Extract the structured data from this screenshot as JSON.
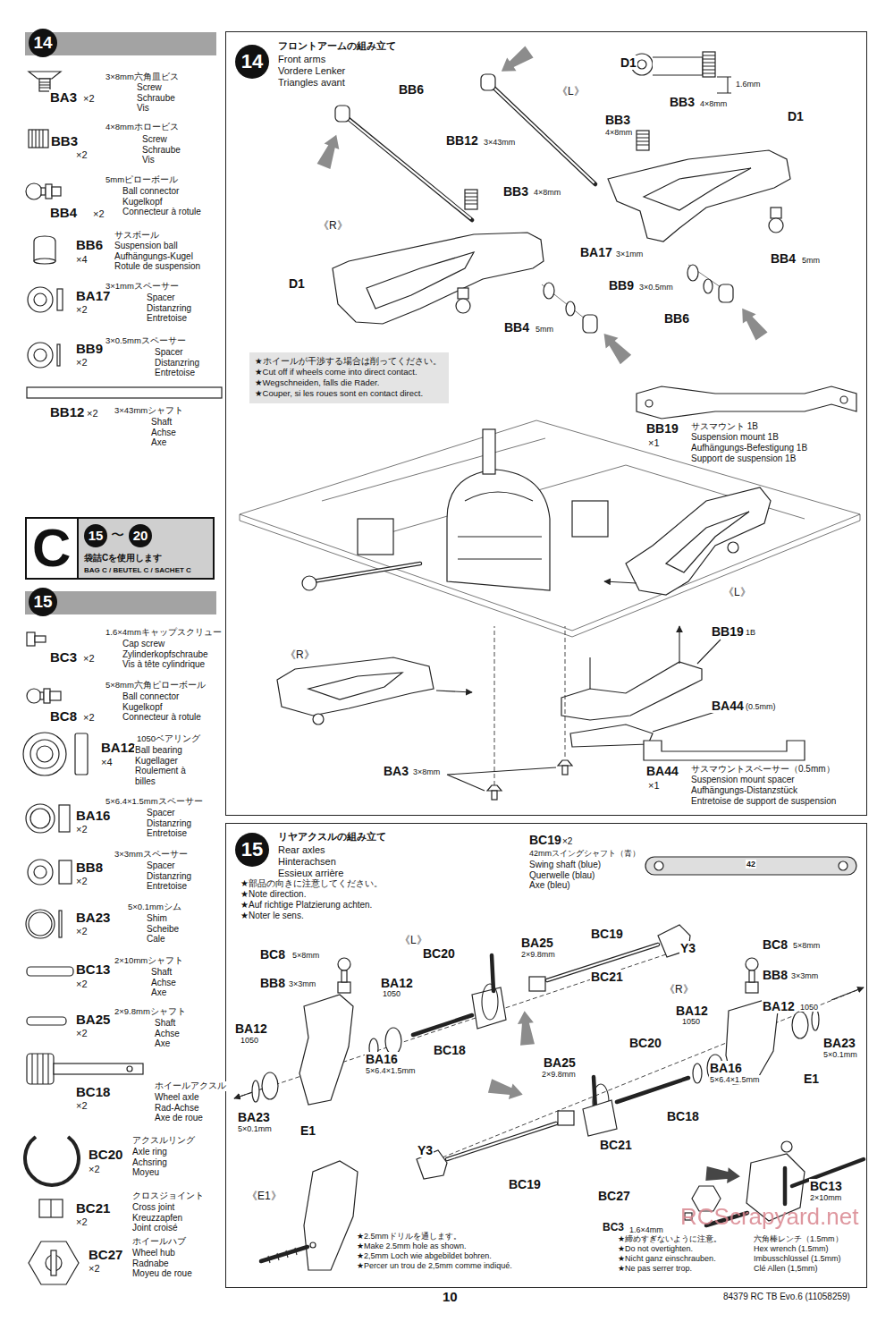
{
  "diagram": {
    "nodes": [
      {
        "text": [
          "14"
        ]
      },
      {
        "text": [
          "C",
          "15",
          "〜",
          "20",
          "袋詰Cを使用します",
          "BAG C / BEUTEL C / SACHET C"
        ]
      },
      {
        "text": [
          "15"
        ]
      },
      {
        "text": [
          "フロントアームの組み立て",
          "Front arms",
          "Vordere Lenker",
          "Triangles avant"
        ]
      },
      {
        "text": [
          "14"
        ],
        "in": 3
      },
      {
        "text": [
          "★ホイールが干渉する場合は削ってください。",
          "★Cut off if wheels come into direct contact.",
          "★Wegschneiden, falls die Räder.",
          "★Couper, si les roues sont en contact direct."
        ],
        "in": 3
      },
      {
        "text": [
          "リヤアクスルの組み立て",
          "Rear axles",
          "Hinterachsen",
          "Essieux arrière"
        ]
      },
      {
        "text": [
          "15"
        ],
        "in": 6
      }
    ],
    "labels": [
      "BA3",
      "×2",
      "3×8mm六角皿ビス",
      "Screw",
      "Schraube",
      "Vis",
      "BB3",
      "×2",
      "4×8mmホロービス",
      "Screw",
      "Schraube",
      "Vis",
      "BB4",
      "×2",
      "5mmピローボール",
      "Ball connector",
      "Kugelkopf",
      "Connecteur à rotule",
      "BB6",
      "×4",
      "サスボール",
      "Suspension ball",
      "Aufhängungs-Kugel",
      "Rotule de suspension",
      "BA17",
      "×2",
      "3×1mmスペーサー",
      "Spacer",
      "Distanzring",
      "Entretoise",
      "BB9",
      "×2",
      "3×0.5mmスペーサー",
      "Spacer",
      "Distanzring",
      "Entretoise",
      "BB12",
      "×2",
      "3×43mmシャフト",
      "Shaft",
      "Achse",
      "Axe",
      "BC3",
      "×2",
      "1.6×4mmキャップスクリュー",
      "Cap screw",
      "Zylinderkopfschraube",
      "Vis à tête cylindrique",
      "BC8",
      "×2",
      "5×8mm六角ピローボール",
      "Ball connector",
      "Kugelkopf",
      "Connecteur à rotule",
      "BA12",
      "×4",
      "1050ベアリング",
      "Ball bearing",
      "Kugellager",
      "Roulement à",
      "billes",
      "BA16",
      "×2",
      "5×6.4×1.5mmスペーサー",
      "Spacer",
      "Distanzring",
      "Entretoise",
      "BB8",
      "×2",
      "3×3mmスペーサー",
      "Spacer",
      "Distanzring",
      "Entretoise",
      "BA23",
      "×2",
      "5×0.1mmシム",
      "Shim",
      "Scheibe",
      "Cale",
      "BC13",
      "×2",
      "2×10mmシャフト",
      "Shaft",
      "Achse",
      "Axe",
      "BA25",
      "×2",
      "2×9.8mmシャフト",
      "Shaft",
      "Achse",
      "Axe",
      "BC18",
      "×2",
      "ホイールアクスル",
      "Wheel axle",
      "Rad-Achse",
      "Axe de roue",
      "BC20",
      "×2",
      "アクスルリング",
      "Axle ring",
      "Achsring",
      "Moyeu",
      "BC21",
      "×2",
      "クロスジョイント",
      "Cross joint",
      "Kreuzzapfen",
      "Joint croisé",
      "BC27",
      "×2",
      "ホイールハブ",
      "Wheel hub",
      "Radnabe",
      "Moyeu de roue",
      "BB6",
      "《L》",
      "D1",
      "BB3",
      "4×8mm",
      "1.6mm",
      "BB3",
      "4×8mm",
      "D1",
      "BB12",
      "3×43mm",
      "BB3",
      "4×8mm",
      "《R》",
      "D1",
      "BA17",
      "3×1mm",
      "BB4",
      "5mm",
      "BB9",
      "3×0.5mm",
      "BB6",
      "BB4",
      "5mm",
      "BB19",
      "×1",
      "サスマウント 1B",
      "Suspension mount 1B",
      "Aufhängungs-Befestigung 1B",
      "Support de suspension 1B",
      "《L》",
      "《R》",
      "BB19",
      "1B",
      "BA44",
      "(0.5mm)",
      "BA3",
      "3×8mm",
      "BA44",
      "×1",
      "サスマウントスペーサー（0.5mm）",
      "Suspension mount spacer",
      "Aufhängungs-Distanzstück",
      "Entretoise de support de suspension",
      "★部品の向きに注意してください。",
      "★Note direction.",
      "★Auf richtige Platzierung achten.",
      "★Noter le sens.",
      "BC19",
      "×2",
      "42mmスイングシャフト（青）",
      "Swing shaft (blue)",
      "Querwelle (blau)",
      "Axe (bleu)",
      "42",
      "《L》",
      "BA25",
      "2×9.8mm",
      "BC19",
      "Y3",
      "BC8",
      "5×8mm",
      "BB8",
      "3×3mm",
      "BC20",
      "BA12",
      "1050",
      "BC21",
      "BA12",
      "1050",
      "BC18",
      "BA16",
      "5×6.4×1.5mm",
      "BA23",
      "5×0.1mm",
      "E1",
      "《R》",
      "BC8",
      "5×8mm",
      "BB8",
      "3×3mm",
      "BA12",
      "1050",
      "BA12",
      "1050",
      "BA23",
      "5×0.1mm",
      "E1",
      "BC20",
      "BA16",
      "5×6.4×1.5mm",
      "BA25",
      "2×9.8mm",
      "BC18",
      "BC21",
      "Y3",
      "BC19",
      "《E1》",
      "BC27",
      "BC13",
      "2×10mm",
      "BC3",
      "1.6×4mm",
      "★締めすぎないように注意。",
      "★Do not overtighten.",
      "★Nicht ganz einschrauben.",
      "★Ne pas serrer trop.",
      "六角棒レンチ（1.5mm）",
      "Hex wrench (1.5mm)",
      "Imbusschlüssel (1.5mm)",
      "Clé Allen (1,5mm)",
      "★2.5mmドリルを通します。",
      "★Make 2.5mm hole as shown.",
      "★2,5mm Loch wie abgebildet bohren.",
      "★Percer un trou de 2,5mm comme indiqué.",
      "10",
      "84379 RC TB Evo.6 (11058259)",
      "RCScrapyard.net"
    ]
  }
}
